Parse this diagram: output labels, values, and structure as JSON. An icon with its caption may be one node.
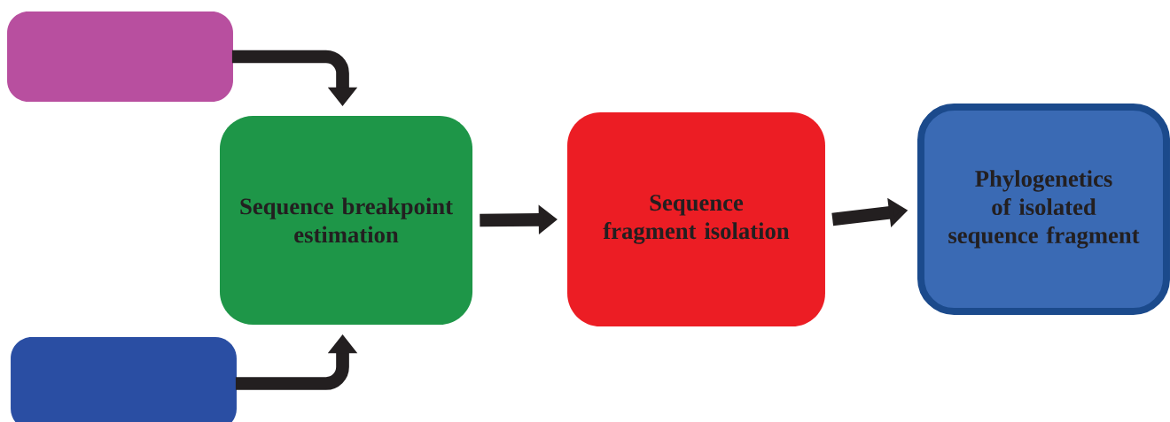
{
  "diagram": {
    "nodes": [
      {
        "text": [],
        "shape": "box"
      },
      {
        "text": [],
        "shape": "box"
      },
      {
        "text": [
          "Sequence breakpoint estimation"
        ]
      },
      {
        "text": [
          "Sequence fragment isolation"
        ]
      },
      {
        "text": [
          "Phylogenetics of isolated sequence fragment"
        ]
      }
    ],
    "edges": [
      {
        "from": 0,
        "to": 2,
        "arrow": "to"
      },
      {
        "from": 1,
        "to": 2,
        "arrow": "to"
      },
      {
        "from": 2,
        "to": 3,
        "arrow": "to"
      },
      {
        "from": 3,
        "to": 4,
        "arrow": "to"
      }
    ]
  }
}
